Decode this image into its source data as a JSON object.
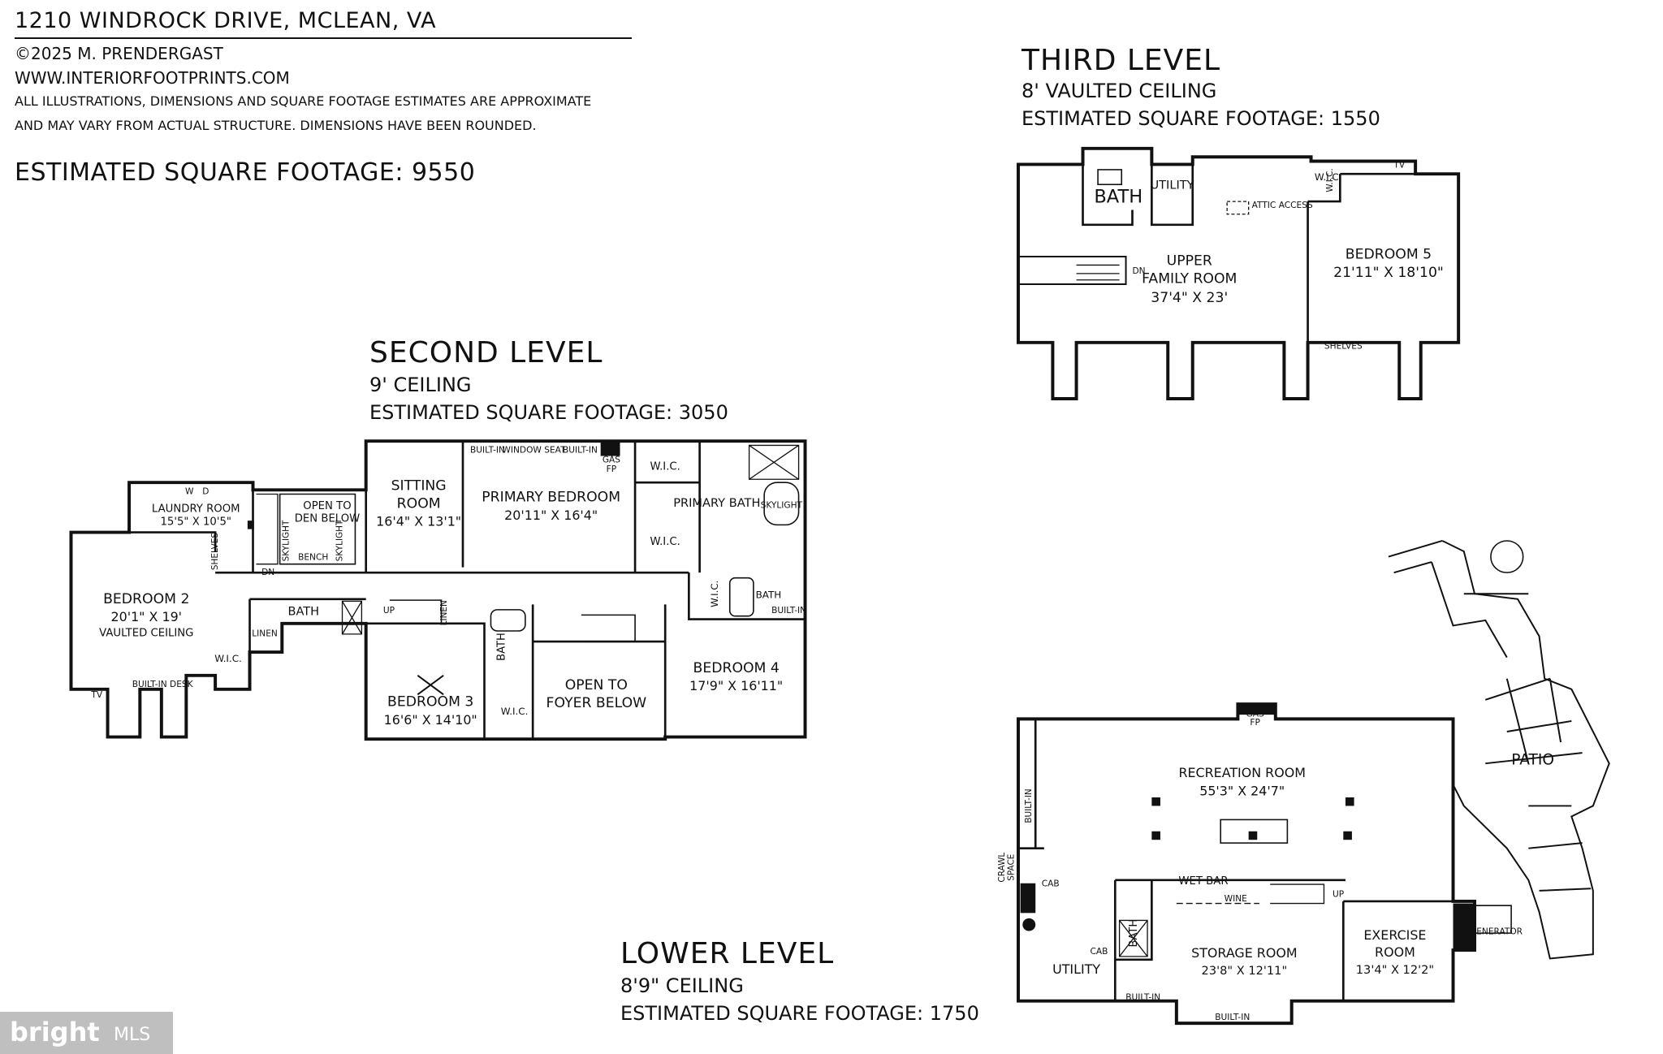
{
  "header": {
    "address": "1210 WINDROCK DRIVE, MCLEAN, VA",
    "copyright": "©2025 M. PRENDERGAST",
    "website": "WWW.INTERIORFOOTPRINTS.COM",
    "disclaimer_1": "ALL ILLUSTRATIONS, DIMENSIONS AND SQUARE FOOTAGE ESTIMATES ARE APPROXIMATE",
    "disclaimer_2": "AND MAY VARY FROM ACTUAL STRUCTURE. DIMENSIONS HAVE BEEN ROUNDED.",
    "total_sqft": "ESTIMATED SQUARE FOOTAGE: 9550"
  },
  "third_level": {
    "title": "THIRD LEVEL",
    "ceiling": "8' VAULTED CEILING",
    "sqft": "ESTIMATED SQUARE FOOTAGE: 1550",
    "rooms": {
      "bath": "BATH",
      "utility": "UTILITY",
      "wic": "W.I.C.",
      "tv": "TV",
      "attic": "ATTIC ACCESS",
      "upper_1": "UPPER",
      "upper_2": "FAMILY ROOM",
      "upper_dim": "37'4\" X 23'",
      "bed5": "BEDROOM 5",
      "bed5_dim": "21'11\" X 18'10\"",
      "shelves": "SHELVES",
      "dn": "DN"
    }
  },
  "second_level": {
    "title": "SECOND LEVEL",
    "ceiling": "9' CEILING",
    "sqft": "ESTIMATED SQUARE FOOTAGE: 3050",
    "rooms": {
      "laundry": "LAUNDRY ROOM",
      "laundry_dim": "15'5\" X 10'5\"",
      "w": "W",
      "d": "D",
      "open_den_1": "OPEN TO",
      "open_den_2": "DEN BELOW",
      "skylight": "SKYLIGHT",
      "bench": "BENCH",
      "sitting_1": "SITTING",
      "sitting_2": "ROOM",
      "sitting_dim": "16'4\" X 13'1\"",
      "primary_bed": "PRIMARY BEDROOM",
      "primary_bed_dim": "20'11\" X 16'4\"",
      "window_seat": "WINDOW SEAT",
      "built_in": "BUILT-IN",
      "shelves": "SHELVES",
      "gas_fp_1": "GAS",
      "gas_fp_2": "FP",
      "wic": "W.I.C.",
      "primary_bath": "PRIMARY BATH",
      "bed2": "BEDROOM 2",
      "bed2_dim": "20'1\" X 19'",
      "bed2_ceiling": "VAULTED CEILING",
      "built_in_desk": "BUILT-IN DESK",
      "tv": "TV",
      "linen": "LINEN",
      "bath": "BATH",
      "up": "UP",
      "dn": "DN",
      "bed3": "BEDROOM 3",
      "bed3_dim": "16'6\" X 14'10\"",
      "open_foyer_1": "OPEN TO",
      "open_foyer_2": "FOYER BELOW",
      "bed4": "BEDROOM 4",
      "bed4_dim": "17'9\" X 16'11\""
    }
  },
  "lower_level": {
    "title": "LOWER LEVEL",
    "ceiling": "8'9\" CEILING",
    "sqft": "ESTIMATED SQUARE FOOTAGE:  1750",
    "rooms": {
      "rec": "RECREATION ROOM",
      "rec_dim": "55'3\" X 24'7\"",
      "gas_fp_1": "GAS",
      "gas_fp_2": "FP",
      "built_in": "BUILT-IN",
      "crawl_1": "CRAWL",
      "crawl_2": "SPACE",
      "cab": "CAB",
      "wet_bar": "WET BAR",
      "wine": "WINE",
      "bath": "BATH",
      "up": "UP",
      "utility": "UTILITY",
      "storage": "STORAGE ROOM",
      "storage_dim": "23'8\" X 12'11\"",
      "exercise_1": "EXERCISE",
      "exercise_2": "ROOM",
      "exercise_dim": "13'4\" X 12'2\"",
      "generator": "GENERATOR",
      "patio": "PATIO"
    }
  },
  "brand": {
    "name": "bright",
    "suffix": "MLS"
  }
}
